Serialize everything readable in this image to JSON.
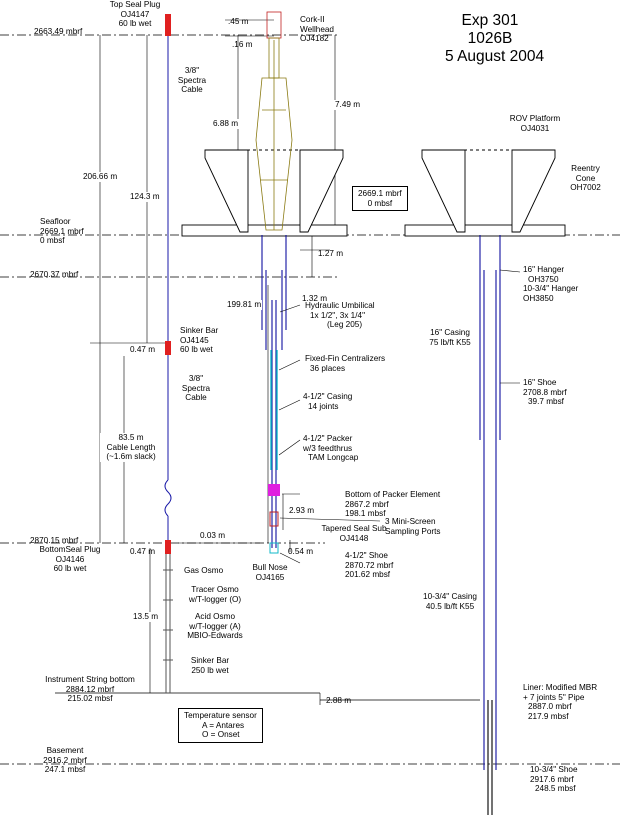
{
  "title": {
    "expedition": "Exp 301",
    "hole": "1026B",
    "date": "5 August 2004"
  },
  "colors": {
    "line": "#000000",
    "cable": "#1a1aa8",
    "casing": "#1010a0",
    "wellhead": "#8a7a12",
    "screen": "#10b8c8",
    "packer": "#e020e0",
    "plug": "#e02020",
    "osmo": "#555555"
  },
  "levels": {
    "top": "2663.49 mbrf",
    "seafloor": [
      "Seafloor",
      "2669.1 mbrf",
      "0 mbsf"
    ],
    "hanger_level": "2670.37 mbrf",
    "plug_level": "2870.15 mbrf",
    "instrument_bottom": [
      "Instrument String bottom",
      "2884.12 mbrf",
      "215.02 mbsf"
    ],
    "basement": [
      "Basement",
      "2916.2 mbrf",
      "247.1 mbsf"
    ]
  },
  "boxes": {
    "seafloor_ref": [
      "2669.1 mbrf",
      "0 mbsf"
    ],
    "temp_sensor": [
      "Temperature sensor",
      "A = Antares",
      "O = Onset"
    ]
  },
  "dims": {
    "d206": "206.66 m",
    "d124": "124.3 m",
    "d688": "6.88 m",
    "d045": ".45 m",
    "d016": ".16 m",
    "d749": "7.49 m",
    "d127": "1.27 m",
    "d132": "1.32 m",
    "d19981": "199.81 m",
    "d047a": "0.47 m",
    "d835": [
      "83.5 m",
      "Cable Length",
      "(~1.6m slack)"
    ],
    "d047b": "0.47 m",
    "d003": "0.03 m",
    "d293": "2.93 m",
    "d054": "0.54 m",
    "d135": "13.5 m",
    "d288": "2.88 m"
  },
  "labels": {
    "top_seal": [
      "Top Seal Plug",
      "OJ4147",
      "60 lb wet"
    ],
    "cable_top": [
      "3/8\"",
      "Spectra",
      "Cable"
    ],
    "sinker_bar": [
      "Sinker Bar",
      "OJ4145",
      "60 lb wet"
    ],
    "cable_mid": [
      "3/8\"",
      "Spectra",
      "Cable"
    ],
    "bottom_seal": [
      "BottomSeal Plug",
      "OJ4146",
      "60 lb wet"
    ],
    "gas_osmo": "Gas Osmo",
    "tracer_osmo": [
      "Tracer Osmo",
      "w/T-logger (O)"
    ],
    "acid_osmo": [
      "Acid Osmo",
      "w/T-logger (A)",
      "MBIO-Edwards"
    ],
    "sinker_250": [
      "Sinker Bar",
      "250 lb wet"
    ],
    "corkii": [
      "Cork-II",
      "Wellhead",
      "OJ4182"
    ],
    "umbilical": [
      "Hydraulic Umbilical",
      "1x 1/2\", 3x 1/4\"",
      "(Leg 205)"
    ],
    "centralizers": [
      "Fixed-Fin Centralizers",
      "36 places"
    ],
    "casing412": [
      "4-1/2\" Casing",
      "14 joints"
    ],
    "packer": [
      "4-1/2\" Packer",
      "w/3 feedthrus",
      "TAM Longcap"
    ],
    "packer_bottom": [
      "Bottom of Packer Element",
      "2867.2 mbrf",
      "198.1 mbsf"
    ],
    "miniscreen": [
      "3 Mini-Screen",
      "Sampling Ports"
    ],
    "sealsub": [
      "Tapered Seal Sub",
      "OJ4148"
    ],
    "shoe412": [
      "4-1/2\" Shoe",
      "2870.72 mbrf",
      "201.62 mbsf"
    ],
    "bullnose": [
      "Bull Nose",
      "OJ4165"
    ],
    "rov": [
      "ROV Platform",
      "OJ4031"
    ],
    "reentry": [
      "Reentry",
      "Cone",
      "OH7002"
    ],
    "hanger": [
      "16\" Hanger",
      "OH3750",
      "10-3/4\" Hanger",
      "OH3850"
    ],
    "casing16": [
      "16\" Casing",
      "75 lb/ft K55"
    ],
    "shoe16": [
      "16\" Shoe",
      "2708.8 mbrf",
      "39.7 mbsf"
    ],
    "casing1034": [
      "10-3/4\" Casing",
      "40.5 lb/ft K55"
    ],
    "liner": [
      "Liner: Modified MBR",
      "+ 7 joints 5\" Pipe",
      "2887.0 mbrf",
      "217.9 mbsf"
    ],
    "shoe1034": [
      "10-3/4\" Shoe",
      "2917.6 mbrf",
      "248.5 mbsf"
    ]
  }
}
